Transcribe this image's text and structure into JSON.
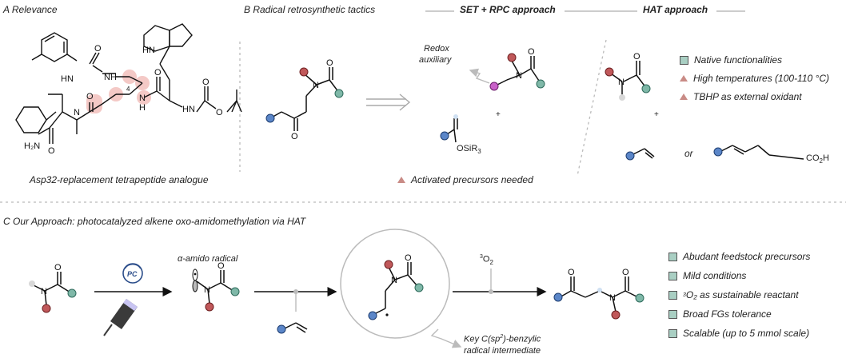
{
  "colors": {
    "blue": "#5b86c8",
    "red": "#c0585a",
    "teal": "#7fb8a8",
    "purple": "#c860c8",
    "grey": "#cfcfcf",
    "highlight": "#f4c9c6"
  },
  "sectionA": {
    "title": "A Relevance",
    "caption": "Asp32-replacement tetrapeptide analogue",
    "subscript": "4"
  },
  "sectionB": {
    "title": "B Radical retrosynthetic tactics",
    "set_title": "SET + RPC approach",
    "hat_title": "HAT approach",
    "redox_label_1": "Redox",
    "redox_label_2": "auxiliary",
    "plus1": "+",
    "plus2": "+",
    "silyl": "OSiR",
    "silyl_sub": "3",
    "activated": "Activated precursors needed",
    "hat_legend": [
      {
        "icon": "square",
        "text": "Native functionalities"
      },
      {
        "icon": "triangle",
        "text": "High temperatures (100-110 °C)"
      },
      {
        "icon": "triangle",
        "text": "TBHP as external oxidant"
      }
    ],
    "or": "or",
    "acid": "CO",
    "acid_sub": "2",
    "acid_tail": "H"
  },
  "sectionC": {
    "title": "C Our Approach: photocatalyzed alkene oxo-amidomethylation via HAT",
    "pc": "PC",
    "alpha": "α-amido radical",
    "o2_sup": "3",
    "o2": "O",
    "o2_sub": "2",
    "key_1": "Key C(sp",
    "key_sup": "2",
    "key_2": ")-benzylic",
    "key_line2": "radical intermediate",
    "legend": [
      {
        "sup": "",
        "text": "Abudant feedstock precursors"
      },
      {
        "sup": "",
        "text": "Mild conditions"
      },
      {
        "sup": "3",
        "text": "O₂ as sustainable reactant"
      },
      {
        "sup": "",
        "text": "Broad FGs tolerance"
      },
      {
        "sup": "",
        "text": "Scalable (up to 5 mmol scale)"
      }
    ]
  },
  "atoms": {
    "O": "O",
    "N": "N",
    "H": "H",
    "NH": "NH",
    "HN": "HN",
    "H2N": "H₂N"
  }
}
